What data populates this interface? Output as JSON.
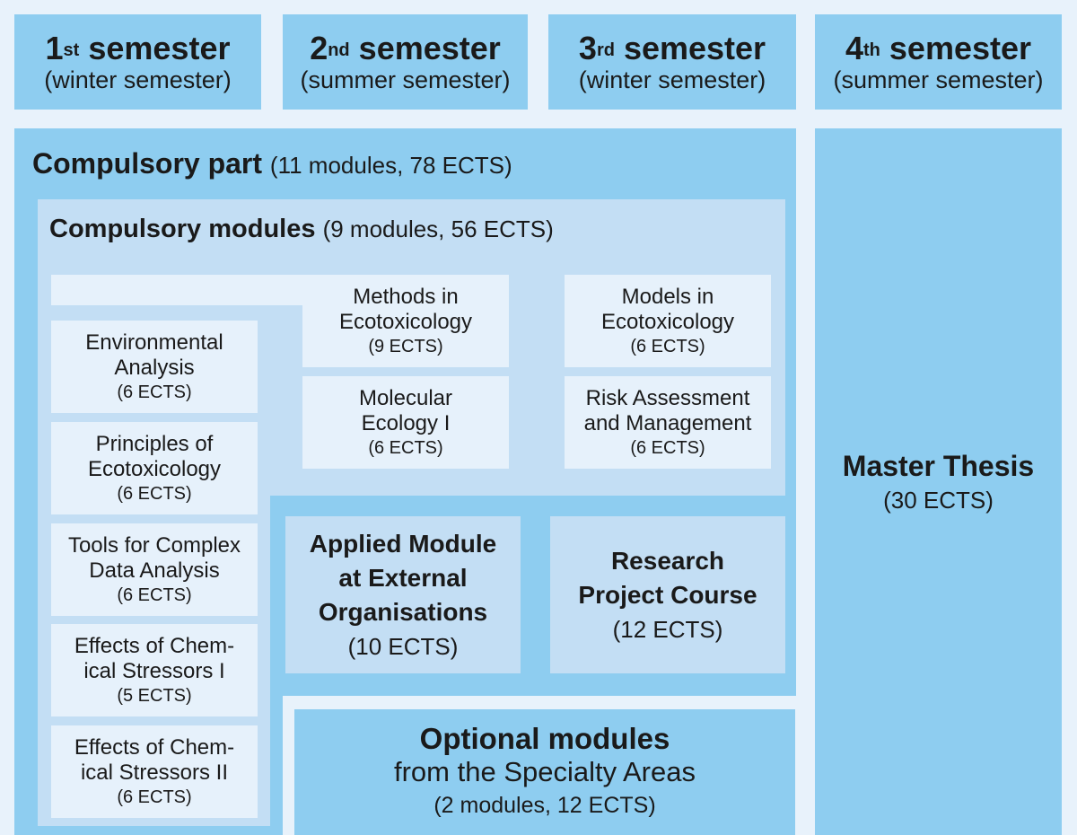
{
  "semesters": [
    {
      "num": "1",
      "suffix": "st",
      "word": "semester",
      "sub": "(winter semester)"
    },
    {
      "num": "2",
      "suffix": "nd",
      "word": "semester",
      "sub": "(summer semester)"
    },
    {
      "num": "3",
      "suffix": "rd",
      "word": "semester",
      "sub": "(winter semester)"
    },
    {
      "num": "4",
      "suffix": "th",
      "word": "semester",
      "sub": "(summer semester)"
    }
  ],
  "compulsory_part": {
    "title": "Compulsory part",
    "detail": "(11 modules, 78 ECTS)"
  },
  "compulsory_modules": {
    "title": "Compulsory modules",
    "detail": "(9 modules, 56 ECTS)"
  },
  "modules": {
    "environmental_analysis": {
      "line1": "Environmental",
      "line2": "Analysis",
      "ects": "(6 ECTS)"
    },
    "principles": {
      "line1": "Principles of",
      "line2": "Ecotoxicology",
      "ects": "(6 ECTS)"
    },
    "tools": {
      "line1": "Tools for Complex",
      "line2": "Data Analysis",
      "ects": "(6 ECTS)"
    },
    "effects1": {
      "line1": "Effects of Chem-",
      "line2": "ical Stressors I",
      "ects": "(5 ECTS)"
    },
    "effects2": {
      "line1": "Effects of Chem-",
      "line2": "ical Stressors II",
      "ects": "(6 ECTS)"
    },
    "methods": {
      "line1": "Methods in",
      "line2": "Ecotoxicology",
      "ects": "(9 ECTS)"
    },
    "molecular": {
      "line1": "Molecular",
      "line2": "Ecology I",
      "ects": "(6 ECTS)"
    },
    "models": {
      "line1": "Models in",
      "line2": "Ecotoxicology",
      "ects": "(6 ECTS)"
    },
    "risk": {
      "line1": "Risk Assessment",
      "line2": "and Management",
      "ects": "(6 ECTS)"
    }
  },
  "applied": {
    "line1": "Applied Module",
    "line2": "at External",
    "line3": "Organisations",
    "ects": "(10 ECTS)"
  },
  "research": {
    "line1": "Research",
    "line2": "Project Course",
    "ects": "(12 ECTS)"
  },
  "optional": {
    "title": "Optional modules",
    "subtitle": "from the Specialty Areas",
    "detail": "(2 modules, 12 ECTS)"
  },
  "thesis": {
    "title": "Master Thesis",
    "ects": "(30 ECTS)"
  }
}
